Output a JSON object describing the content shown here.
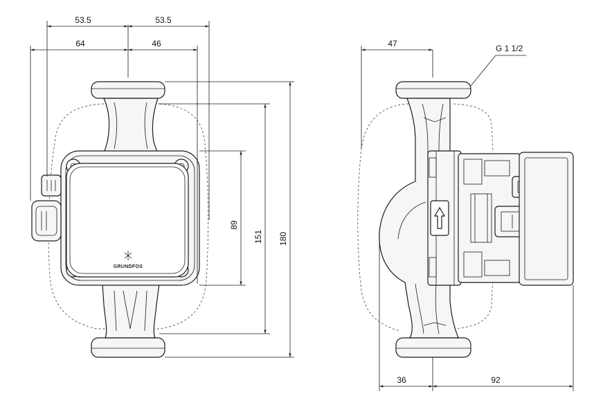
{
  "front_view": {
    "dim_top_left": "53.5",
    "dim_top_right": "53.5",
    "dim_connector_offset": "64",
    "dim_flange_offset": "46",
    "dim_head_height": "89",
    "dim_body_height": "151",
    "dim_overall_height": "180",
    "logo_text": "GRUNDFOS"
  },
  "side_view": {
    "dim_inlet_offset": "47",
    "thread_label": "G 1 1/2",
    "dim_back_depth": "36",
    "dim_front_depth": "92",
    "arrow_icon": "flow-direction-arrow-up"
  }
}
